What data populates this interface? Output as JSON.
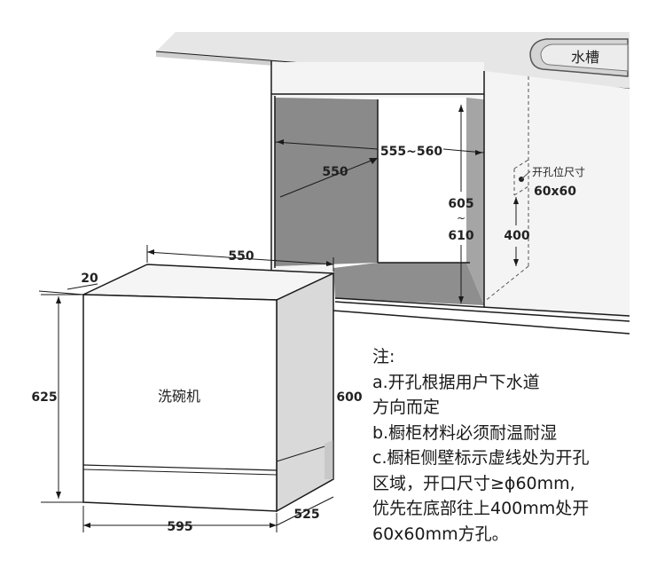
{
  "sink_label": "水槽",
  "dishwasher_label": "洗碗机",
  "hole_label": "开孔位尺寸",
  "hole_size": "60x60",
  "dims": {
    "cabinet_width": "555~560",
    "cabinet_depth": "550",
    "cabinet_height_top": "605",
    "cabinet_height_tilde": "~",
    "cabinet_height_bottom": "610",
    "hole_height": "400",
    "machine_depth_top": "550",
    "panel_thickness": "20",
    "machine_height": "625",
    "machine_side_height": "600",
    "machine_width": "595",
    "machine_depth": "525"
  },
  "notes": [
    "注:",
    "a.开孔根据用户下水道",
    "方向而定",
    "b.橱柜材料必须耐温耐湿",
    "c.橱柜侧壁标示虚线处为开孔",
    "区域，开口尺寸≥ϕ60mm,",
    "优先在底部往上400mm处开",
    "60x60mm方孔。"
  ],
  "colors": {
    "line": "#1a1a1a",
    "countertop": "#e8e8e8",
    "cabinet_inner": "#8e8e8e",
    "cabinet_wall": "#f2f2f2",
    "machine_side": "#d9d9d9",
    "machine_top": "#f4f4f4"
  }
}
